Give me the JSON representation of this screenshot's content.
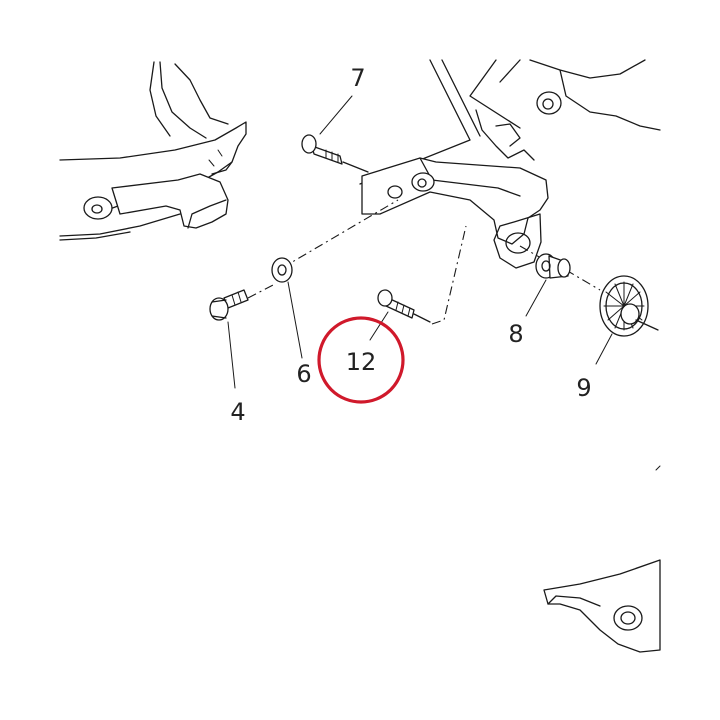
{
  "diagram": {
    "labels": {
      "p4": "4",
      "p6": "6",
      "p7": "7",
      "p8": "8",
      "p9": "9",
      "p12": "12"
    },
    "highlight": {
      "target": "12",
      "color": "#d0192b"
    }
  }
}
